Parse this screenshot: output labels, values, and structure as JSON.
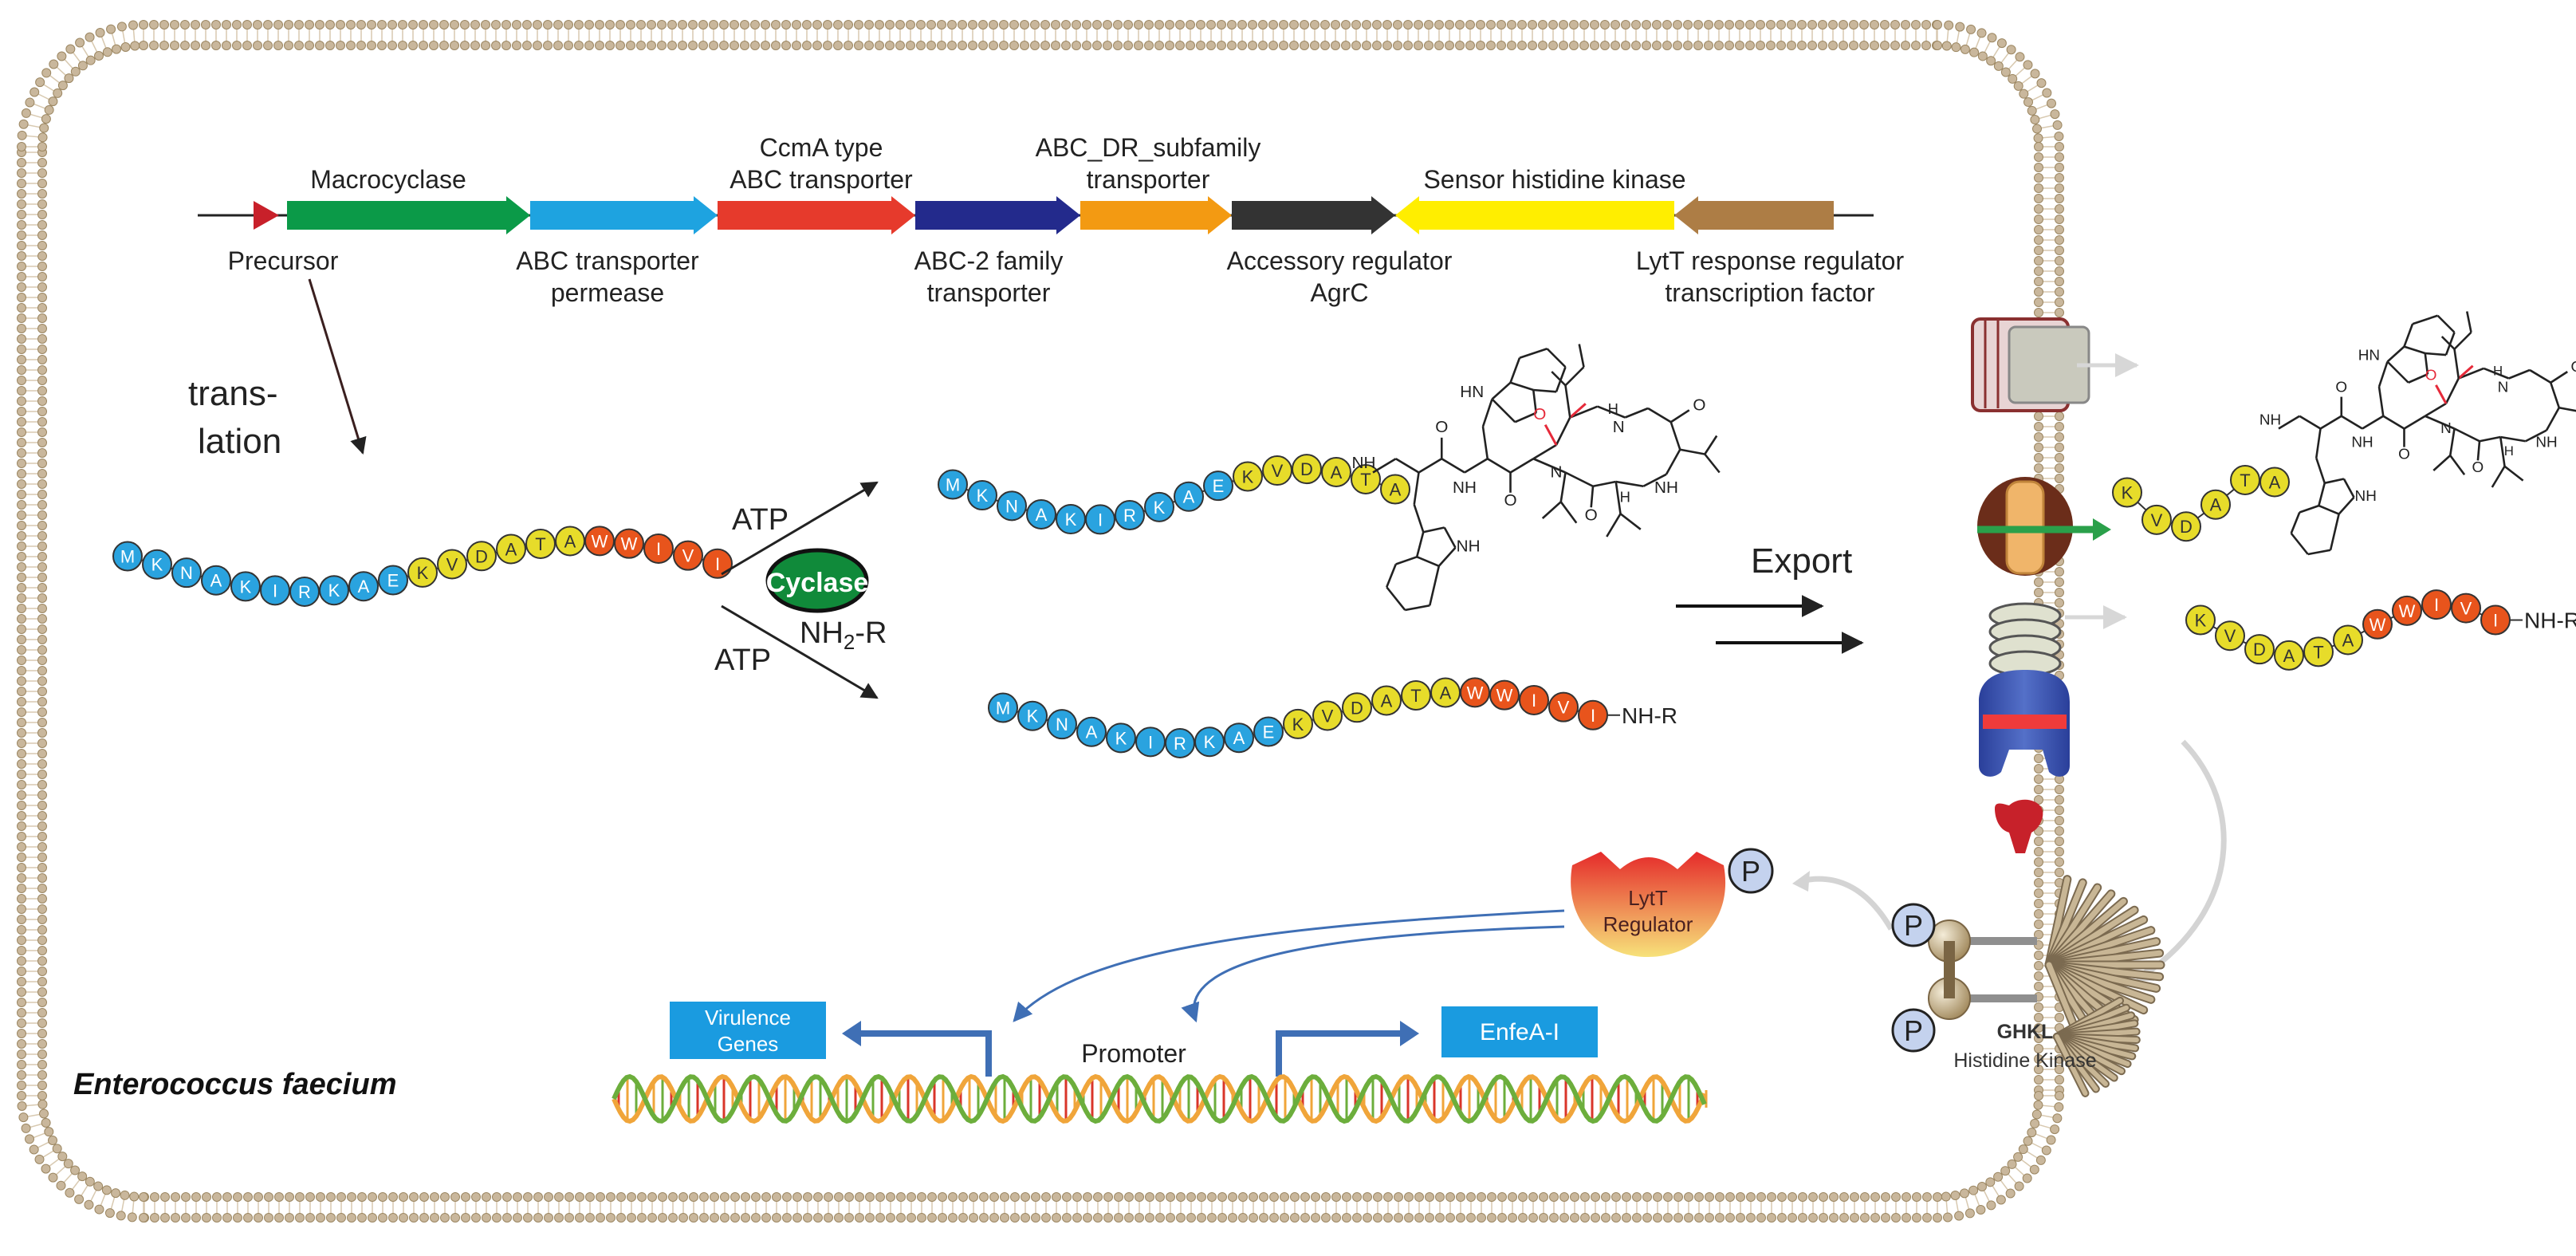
{
  "organism": "Enterococcus faecium",
  "colors": {
    "precursor": "#c8202a",
    "macrocyclase": "#0b9a48",
    "abc_permease": "#1ea3e0",
    "ccma": "#e63a2c",
    "abc2": "#232a8c",
    "abc_dr": "#f39a12",
    "agrc": "#333333",
    "histidine_kinase": "#ffee00",
    "lytt": "#ad7d45",
    "residue_blue": "#2aa3df",
    "residue_yellow": "#e7dc2a",
    "residue_orange": "#e8541c",
    "membrane": "#c9b79c",
    "dna_red": "#d9352a",
    "dna_orange": "#f0a53a",
    "dna_green": "#6cae3c",
    "box_blue": "#1a9be0",
    "promoter_arrow": "#3f6fb5",
    "cyclase": "#108a3a",
    "lytt_red": "#e52a2a"
  },
  "genes": [
    {
      "name": "precursor",
      "label": [
        "Precursor"
      ],
      "label_pos": "below"
    },
    {
      "name": "macrocyclase",
      "label": [
        "Macrocyclase"
      ],
      "label_pos": "above"
    },
    {
      "name": "abc-transporter-permease",
      "label": [
        "ABC transporter",
        "permease"
      ],
      "label_pos": "below"
    },
    {
      "name": "ccma-abc-transporter",
      "label": [
        "CcmA type",
        "ABC transporter"
      ],
      "label_pos": "above"
    },
    {
      "name": "abc2-family-transporter",
      "label": [
        "ABC-2 family",
        "transporter"
      ],
      "label_pos": "below"
    },
    {
      "name": "abc-dr-subfamily-transporter",
      "label": [
        "ABC_DR_subfamily",
        "transporter"
      ],
      "label_pos": "above"
    },
    {
      "name": "accessory-regulator-agrc",
      "label": [
        "Accessory regulator",
        "AgrC"
      ],
      "label_pos": "below"
    },
    {
      "name": "sensor-histidine-kinase",
      "label": [
        "Sensor histidine kinase"
      ],
      "label_pos": "above"
    },
    {
      "name": "lytt-response-regulator",
      "label": [
        "LytT response regulator",
        "transcription factor"
      ],
      "label_pos": "below"
    }
  ],
  "translation_label": [
    "trans-",
    "lation"
  ],
  "precursor_peptide": {
    "blue": [
      "M",
      "K",
      "N",
      "A",
      "K",
      "I",
      "R",
      "K",
      "A",
      "E"
    ],
    "yellow": [
      "K",
      "V",
      "D",
      "A",
      "T",
      "A"
    ],
    "orange": [
      "W",
      "W",
      "I",
      "V",
      "I"
    ]
  },
  "cyclized_peptide": {
    "blue": [
      "M",
      "K",
      "N",
      "A",
      "K",
      "I",
      "R",
      "K",
      "A",
      "E"
    ],
    "yellow": [
      "K",
      "V",
      "D",
      "A",
      "T",
      "A"
    ]
  },
  "linear_product": {
    "blue": [
      "M",
      "K",
      "N",
      "A",
      "K",
      "I",
      "R",
      "K",
      "A",
      "E"
    ],
    "yellow": [
      "K",
      "V",
      "D",
      "A",
      "T",
      "A"
    ],
    "orange": [
      "W",
      "W",
      "I",
      "V",
      "I"
    ],
    "suffix": "NH-R"
  },
  "exported_cyclic": {
    "yellow": [
      "K",
      "V",
      "D",
      "A",
      "T",
      "A"
    ]
  },
  "exported_linear": {
    "yellow": [
      "K",
      "V",
      "D",
      "A",
      "T",
      "A"
    ],
    "orange": [
      "W",
      "W",
      "I",
      "V",
      "I"
    ],
    "suffix": "NH-R"
  },
  "reaction": {
    "atp_top": "ATP",
    "atp_bottom": "ATP",
    "cyclase": "Cyclase",
    "nh2r_main": "NH",
    "nh2r_sub": "2",
    "nh2r_tail": "-R"
  },
  "chem_labels": {
    "hn": "HN",
    "nh": "NH",
    "n": "N",
    "o": "O",
    "h": "H"
  },
  "export_label": "Export",
  "lytt_regulator": [
    "LytT",
    "Regulator"
  ],
  "phospho": "P",
  "ghkl": [
    "GHKL",
    "Histidine Kinase"
  ],
  "promoter": "Promoter",
  "virulence": [
    "Virulence",
    "Genes"
  ],
  "enfea": "EnfeA-I"
}
